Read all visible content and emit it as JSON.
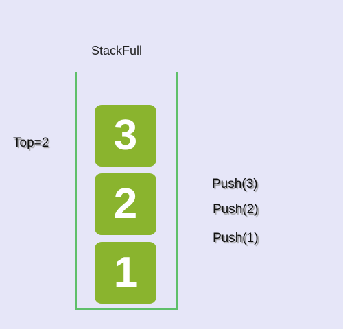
{
  "stack": {
    "title": "StackFull",
    "top_label": "Top=2",
    "blocks": [
      "1",
      "2",
      "3"
    ],
    "operations": [
      "Push(3)",
      "Push(2)",
      "Push(1)"
    ],
    "colors": {
      "background": "#e6e6f8",
      "block": "#8ab42e",
      "container_border": "#5fbf6a"
    }
  }
}
